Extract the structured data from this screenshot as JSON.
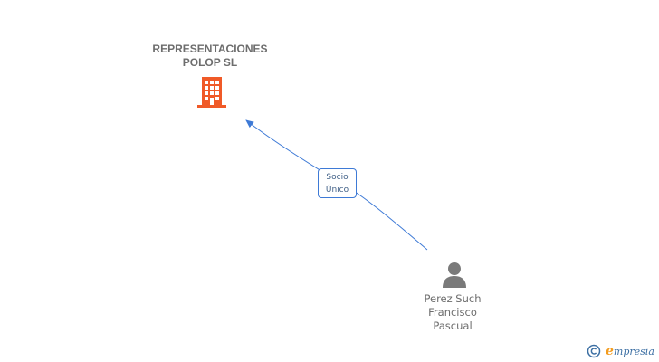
{
  "company": {
    "name_line1": "REPRESENTACIONES",
    "name_line2": "POLOP SL",
    "icon": "building-icon",
    "color": "#f05a28"
  },
  "relation": {
    "label_line1": "Socio",
    "label_line2": "Único",
    "color": "#3e7ad6"
  },
  "person": {
    "name_line1": "Perez Such",
    "name_line2": "Francisco",
    "name_line3": "Pascual",
    "icon": "person-icon",
    "color": "#7a7a7a"
  },
  "brand": {
    "copyright_symbol": "©",
    "logo_initial": "e",
    "logo_rest": "mpresia",
    "initial_color": "#f39c1f",
    "text_color": "#3c6fa3"
  }
}
